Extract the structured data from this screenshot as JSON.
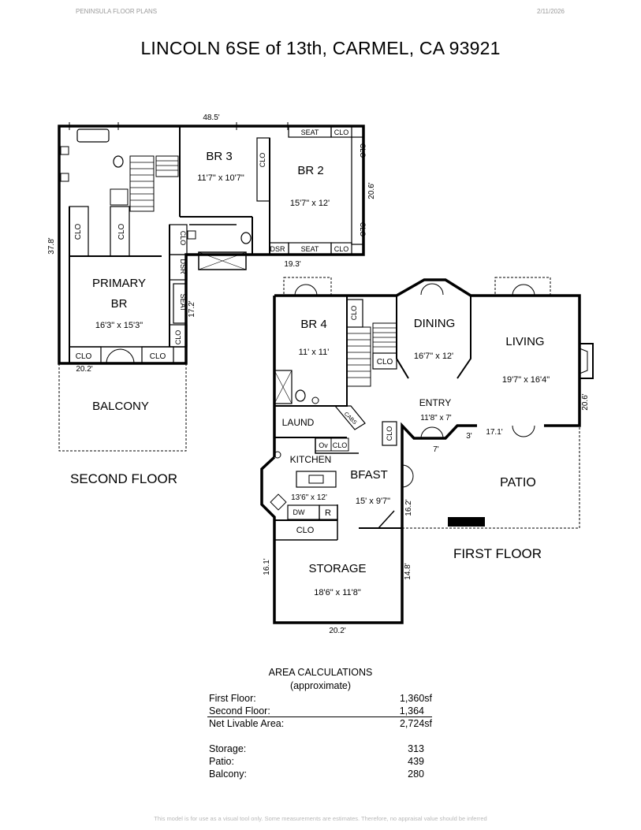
{
  "header": {
    "company": "PENINSULA FLOOR PLANS",
    "date": "2/11/2026"
  },
  "title": "LINCOLN 6SE of 13th, CARMEL, CA 93921",
  "second_floor": {
    "label": "SECOND FLOOR",
    "rooms": {
      "br3": {
        "name": "BR 3",
        "size": "11'7\" x 10'7\""
      },
      "br2": {
        "name": "BR 2",
        "size": "15'7\" x 12'"
      },
      "primary": {
        "name_line1": "PRIMARY",
        "name_line2": "BR",
        "size": "16'3\" x 15'3\""
      },
      "balcony": {
        "name": "BALCONY"
      }
    },
    "dims": {
      "top": "48.5'",
      "left": "37.8'",
      "right": "20.6'",
      "bottom_right": "19.3'",
      "primary_right": "17.2'",
      "bottom_left": "20.2'"
    },
    "tags": {
      "seat": "SEAT",
      "clo": "CLO",
      "dsr": "DSR"
    }
  },
  "first_floor": {
    "label": "FIRST FLOOR",
    "rooms": {
      "br4": {
        "name": "BR 4",
        "size": "11' x 11'"
      },
      "dining": {
        "name": "DINING",
        "size": "16'7\" x 12'"
      },
      "living": {
        "name": "LIVING",
        "size": "19'7\" x 16'4\""
      },
      "entry": {
        "name": "ENTRY",
        "size": "11'8\" x 7'"
      },
      "laund": {
        "name": "LAUND"
      },
      "kitchen": {
        "name": "KITCHEN",
        "size": "13'6\" x 12'"
      },
      "bfast": {
        "name": "BFAST",
        "size": "15' x 9'7\""
      },
      "patio": {
        "name": "PATIO"
      },
      "storage": {
        "name": "STORAGE",
        "size": "18'6\" x 11'8\""
      }
    },
    "dims": {
      "right": "20.6'",
      "patio_top": "17.1'",
      "entry_7": "7'",
      "entry_3": "3'",
      "bfast_side": "16.2'",
      "storage_left": "16.1'",
      "storage_right": "14.8'",
      "storage_bottom": "20.2'"
    },
    "tags": {
      "clo": "CLO",
      "cabs": "CABS",
      "ov": "Ov",
      "dw": "DW",
      "r": "R"
    }
  },
  "area_calculations": {
    "title": "AREA CALCULATIONS",
    "subtitle": "(approximate)",
    "rows": [
      {
        "label": "First Floor:",
        "value": "1,360sf"
      },
      {
        "label": "Second Floor:",
        "value": "1,364"
      },
      {
        "label": "Net Livable Area:",
        "value": "2,724sf"
      },
      {
        "label": "Storage:",
        "value": "313"
      },
      {
        "label": "Patio:",
        "value": "439"
      },
      {
        "label": "Balcony:",
        "value": "280"
      }
    ]
  },
  "footer": "This model is for use as a visual tool only. Some measurements are estimates. Therefore, no appraisal value should be inferred"
}
